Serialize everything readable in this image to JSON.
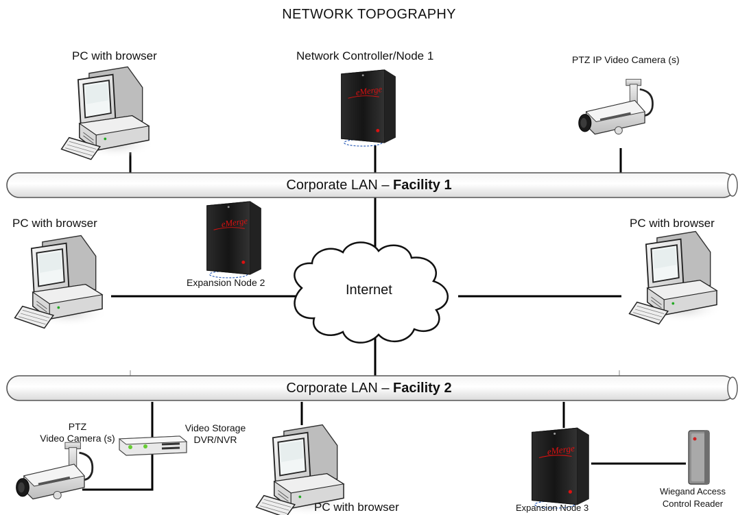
{
  "title": "NETWORK TOPOGRAPHY",
  "lan1": {
    "prefix": "Corporate LAN – ",
    "suffix": "Facility 1"
  },
  "lan2": {
    "prefix": "Corporate LAN – ",
    "suffix": "Facility 2"
  },
  "cloud": "Internet",
  "labels": {
    "pc_top_left": "PC with browser",
    "controller": "Network Controller/Node 1",
    "ptz_ip_camera": "PTZ IP Video Camera (s)",
    "pc_mid_left": "PC with browser",
    "expansion_node_2": "Expansion Node 2",
    "pc_mid_right": "PC with browser",
    "ptz_line1": "PTZ",
    "ptz_line2": "Video Camera (s)",
    "dvr_line1": "Video Storage",
    "dvr_line2": "DVR/NVR",
    "pc_bottom": "PC with browser",
    "expansion_node_3": "Expansion Node 3",
    "wiegand_line1": "Wiegand Access",
    "wiegand_line2": "Control Reader"
  },
  "icons": [
    "pc-icon",
    "controller-cabinet-icon",
    "ptz-camera-icon",
    "cloud-icon",
    "dvr-icon",
    "card-reader-icon"
  ]
}
